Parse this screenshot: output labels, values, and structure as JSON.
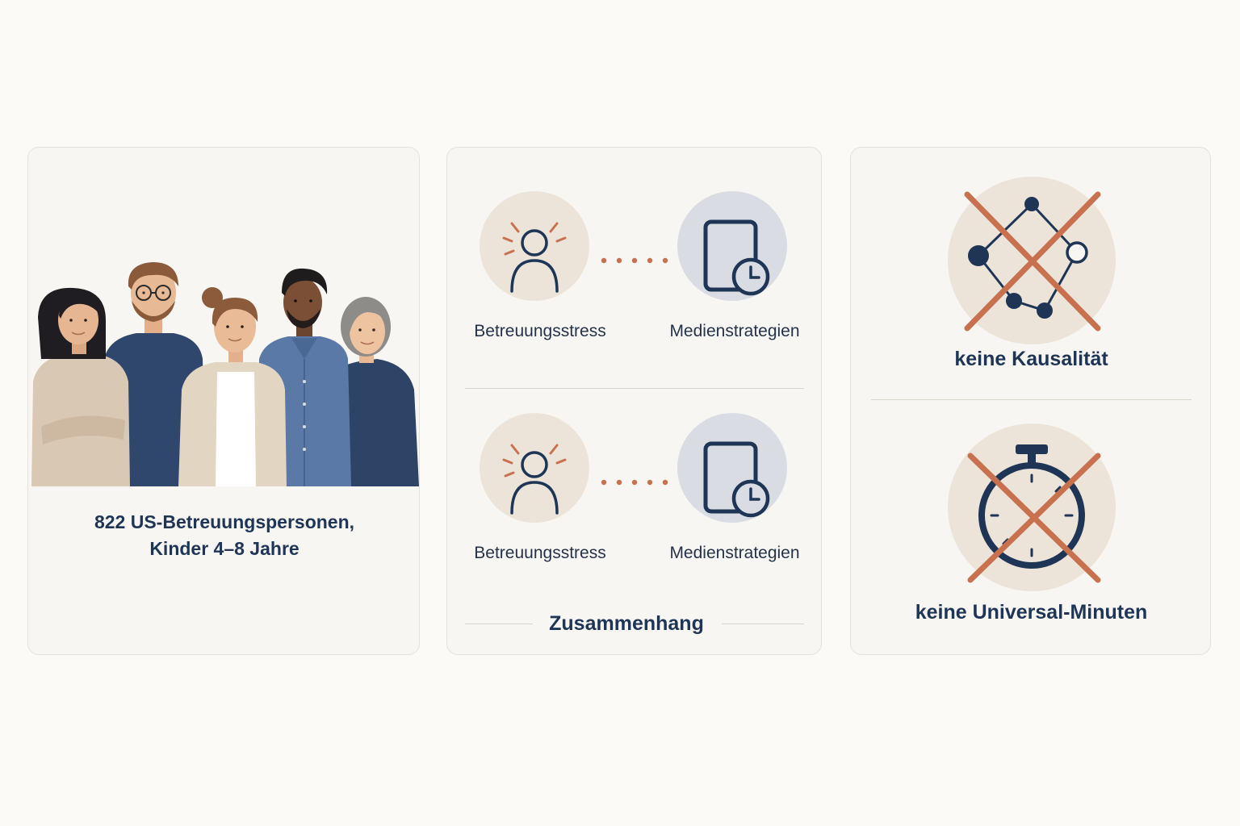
{
  "sample": {
    "caption_line1": "822 US-Betreuungspersonen,",
    "caption_line2": "Kinder 4–8 Jahre"
  },
  "association": {
    "rows": [
      {
        "left_label": "Betreuungsstress",
        "right_label": "Medienstrategien"
      },
      {
        "left_label": "Betreuungsstress",
        "right_label": "Medienstrategien"
      }
    ],
    "footer_label": "Zusammenhang"
  },
  "limitations": {
    "no_causality_label": "keine Kausalität",
    "no_universal_minutes_label": "keine Universal-Minuten"
  },
  "colors": {
    "navy": "#1e3556",
    "accent_orange": "#c8714f",
    "beige_circle": "#ece4d8",
    "grey_circle": "#d9dde3"
  },
  "icons": {
    "stress": "stressed-person-icon",
    "media": "tablet-clock-icon",
    "causality": "network-graph-crossed-icon",
    "minutes": "stopwatch-crossed-icon",
    "group": "people-group-illustration"
  }
}
